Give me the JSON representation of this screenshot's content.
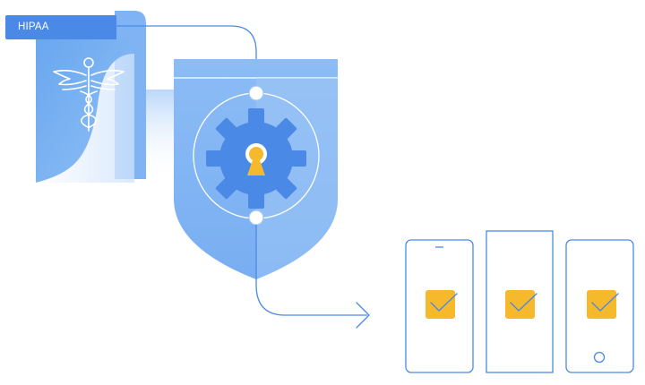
{
  "document": {
    "label": "HIPAA",
    "icon": "caduceus-icon"
  },
  "shield": {
    "icon": "shield-icon",
    "center_icon": "gear-keyhole-icon"
  },
  "connector": {
    "icon": "arrow-right-icon"
  },
  "devices": [
    {
      "name": "phone",
      "icon": "phone-icon",
      "check_icon": "checkbox-checked-icon"
    },
    {
      "name": "tablet",
      "icon": "tablet-icon",
      "check_icon": "checkbox-checked-icon"
    },
    {
      "name": "phone-with-home-button",
      "icon": "phone-home-icon",
      "check_icon": "checkbox-checked-icon"
    }
  ],
  "colors": {
    "primary_blue": "#4a8ae6",
    "light_blue": "#8fbdf5",
    "pale_blue": "#a9cdf8",
    "line_blue": "#4a8ae6",
    "check_yellow": "#f6b92b",
    "keyhole_yellow": "#f6b92b"
  }
}
